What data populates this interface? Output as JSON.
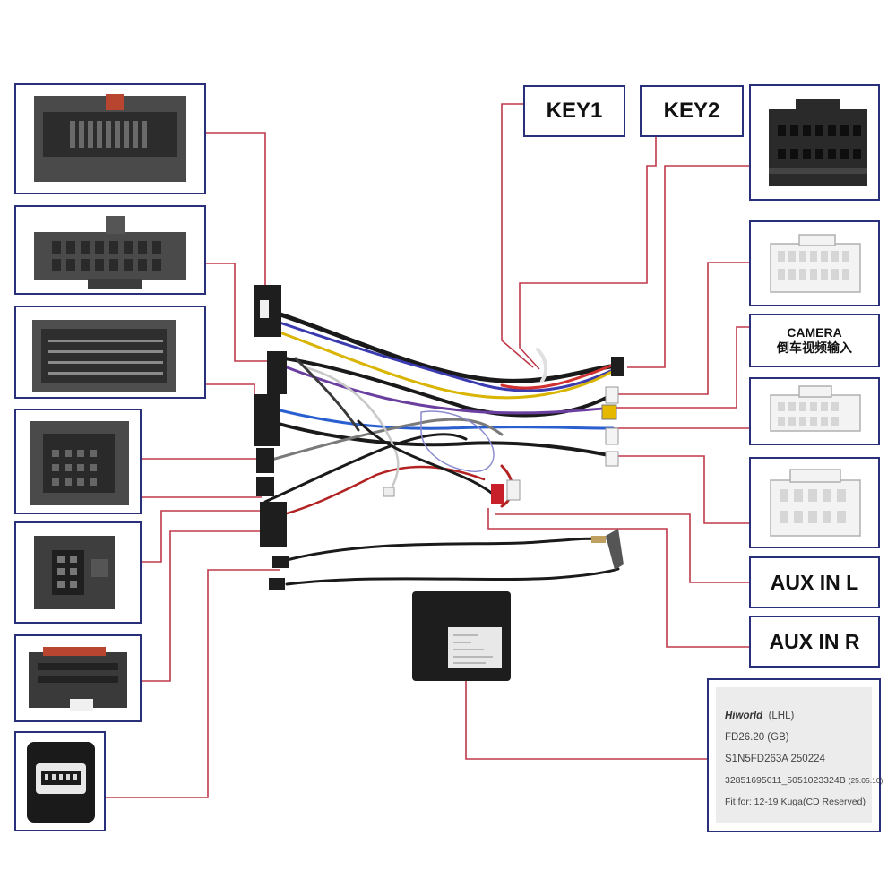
{
  "labels": {
    "key1": "KEY1",
    "key2": "KEY2",
    "camera_en": "CAMERA",
    "camera_cn": "倒车视频输入",
    "aux_l": "AUX IN L",
    "aux_r": "AUX IN R"
  },
  "sticker": {
    "brand": "Hiworld",
    "brand_suffix": "(LHL)",
    "line1": "FD26.20    (GB)",
    "line2": "S1N5FD263A    250224",
    "line3": "32851695011_5051023324B",
    "line3_note": "(25.05.10)",
    "line4": "Fit for:   12-19 Kuga(CD Reserved)"
  },
  "colors": {
    "box_border": "#2a2f7a",
    "leader_line": "#c0384a",
    "connector_dark": "#4a4a4a",
    "connector_light": "#f2f2f2"
  }
}
